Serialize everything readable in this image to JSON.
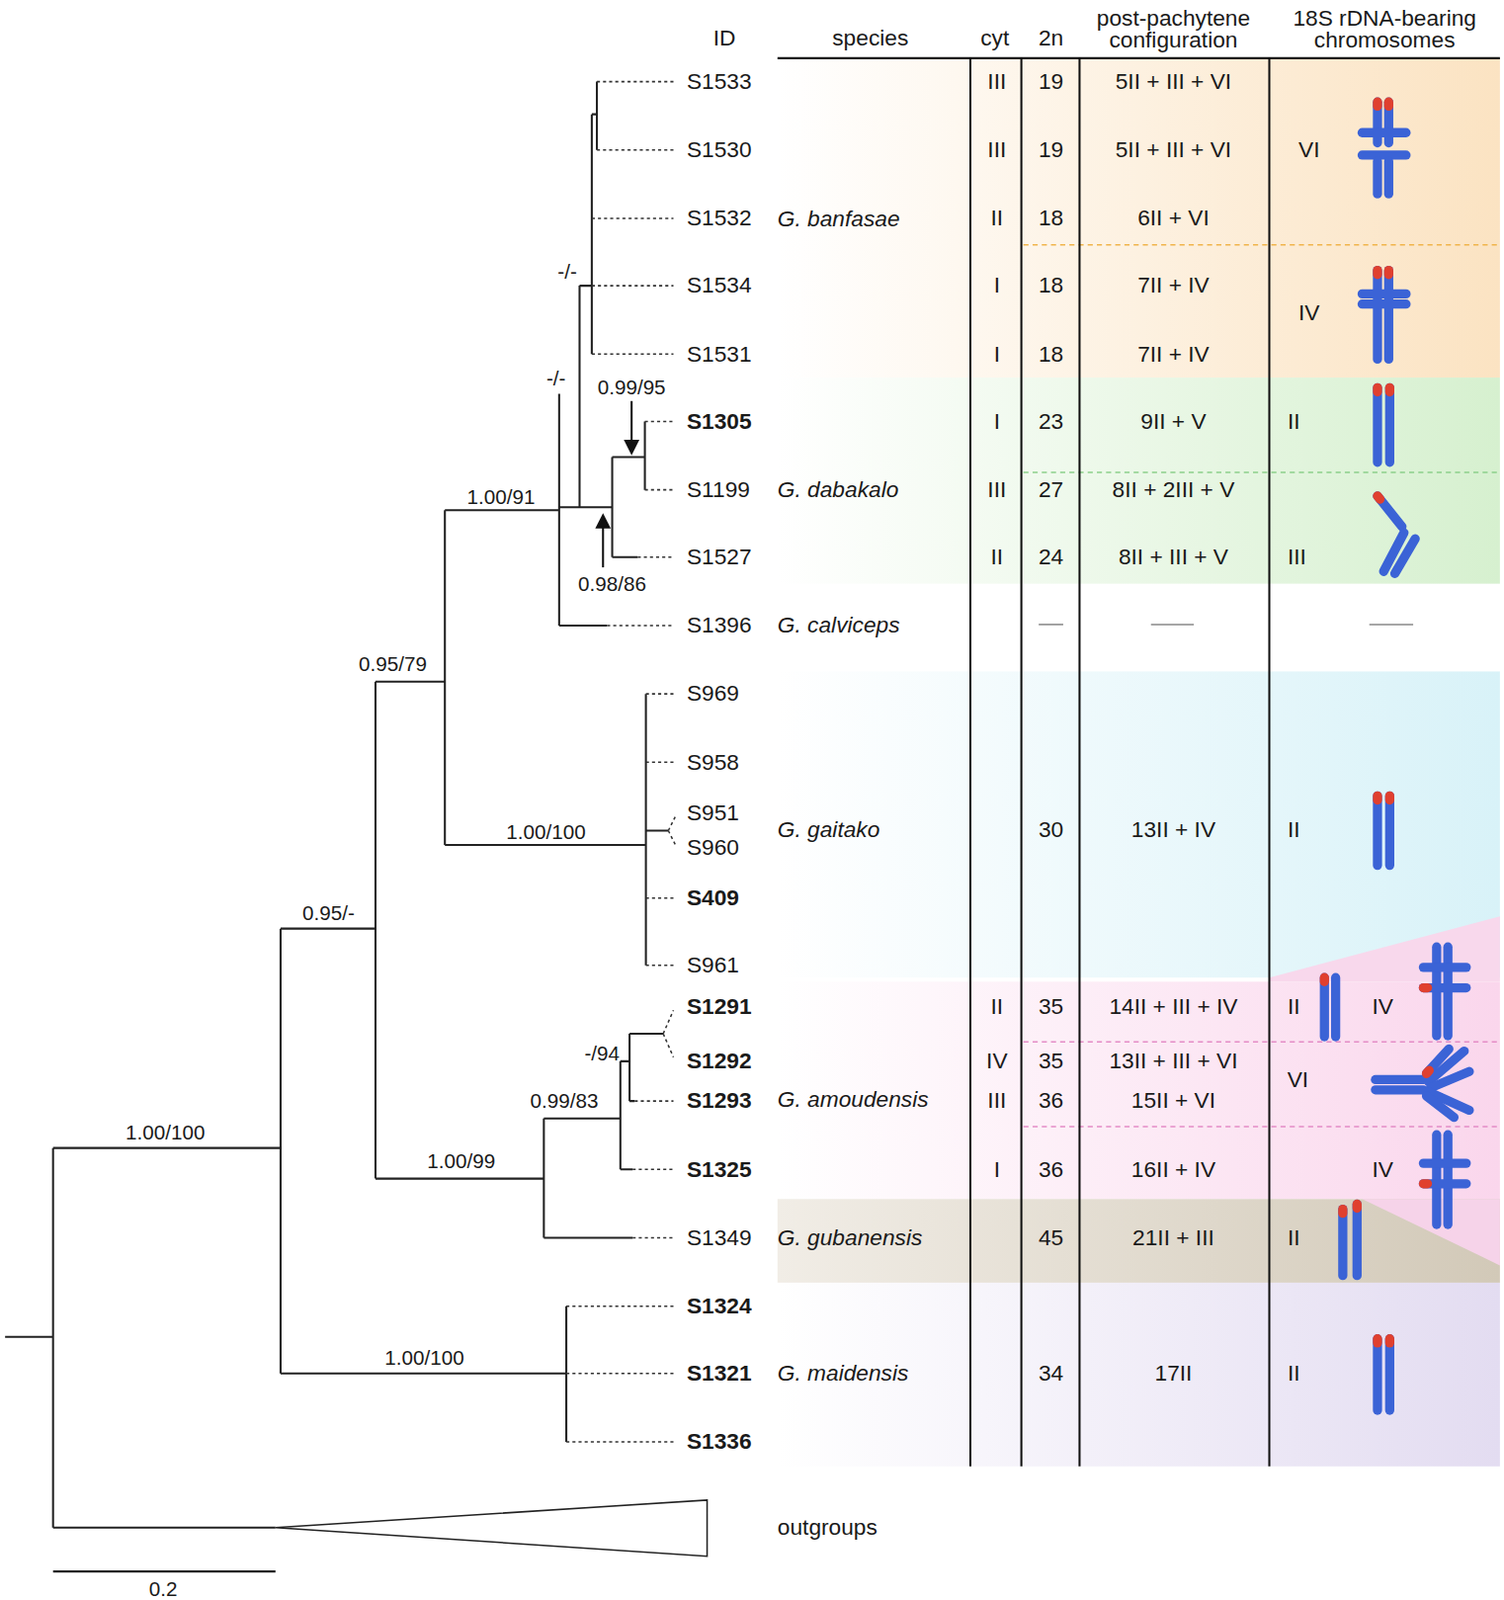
{
  "diagram": {
    "labels": [
      "ID",
      "species",
      "cyt",
      "2n",
      "post-pachytene configuration",
      "18S rDNA-bearing chromosomes",
      "S1533",
      "III",
      "19",
      "5II + III + VI",
      "S1530",
      "III",
      "19",
      "5II + III + VI",
      "VI",
      "S1532",
      "G. banfasae",
      "II",
      "18",
      "6II + VI",
      "S1534",
      "I",
      "18",
      "7II + IV",
      "IV",
      "S1531",
      "I",
      "18",
      "7II + IV",
      "S1305",
      "I",
      "23",
      "9II + V",
      "II",
      "S1199",
      "G. dabakalo",
      "III",
      "27",
      "8II + 2III + V",
      "S1527",
      "II",
      "24",
      "8II + III + V",
      "III",
      "S1396",
      "G. calviceps",
      "S969",
      "S958",
      "S951",
      "S960",
      "G. gaitako",
      "30",
      "13II + IV",
      "II",
      "S409",
      "S961",
      "S1291",
      "II",
      "35",
      "14II + III + IV",
      "II",
      "IV",
      "S1292",
      "IV",
      "35",
      "13II + III + VI",
      "VI",
      "S1293",
      "G. amoudensis",
      "III",
      "36",
      "15II + VI",
      "S1325",
      "I",
      "36",
      "16II + IV",
      "IV",
      "S1349",
      "G. gubanensis",
      "45",
      "21II + III",
      "II",
      "S1324",
      "S1321",
      "G. maidensis",
      "34",
      "17II",
      "II",
      "S1336",
      "1.00/100",
      "0.95/-",
      "0.95/79",
      "1.00/91",
      "1.00/100",
      "-/-",
      "-/-",
      "0.99/95",
      "0.98/86",
      "-/94",
      "0.99/83",
      "1.00/99",
      "1.00/100",
      "outgroups",
      "0.2"
    ]
  }
}
